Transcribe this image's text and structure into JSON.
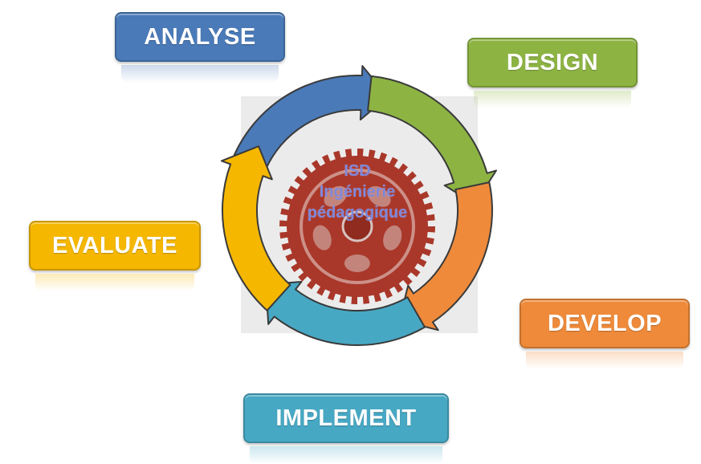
{
  "diagram": {
    "phases": [
      {
        "id": "analyse",
        "label": "ANALYSE",
        "color": "#4a7ab8"
      },
      {
        "id": "design",
        "label": "DESIGN",
        "color": "#8db443"
      },
      {
        "id": "develop",
        "label": "DEVELOP",
        "color": "#ee8a3a"
      },
      {
        "id": "implement",
        "label": "IMPLEMENT",
        "color": "#47a8c4"
      },
      {
        "id": "evaluate",
        "label": "EVALUATE",
        "color": "#f5b700"
      }
    ],
    "center": {
      "line1": "ISD",
      "line2": "Ingénierie",
      "line3": "pédagogique",
      "gear_color": "#a9382a"
    }
  }
}
